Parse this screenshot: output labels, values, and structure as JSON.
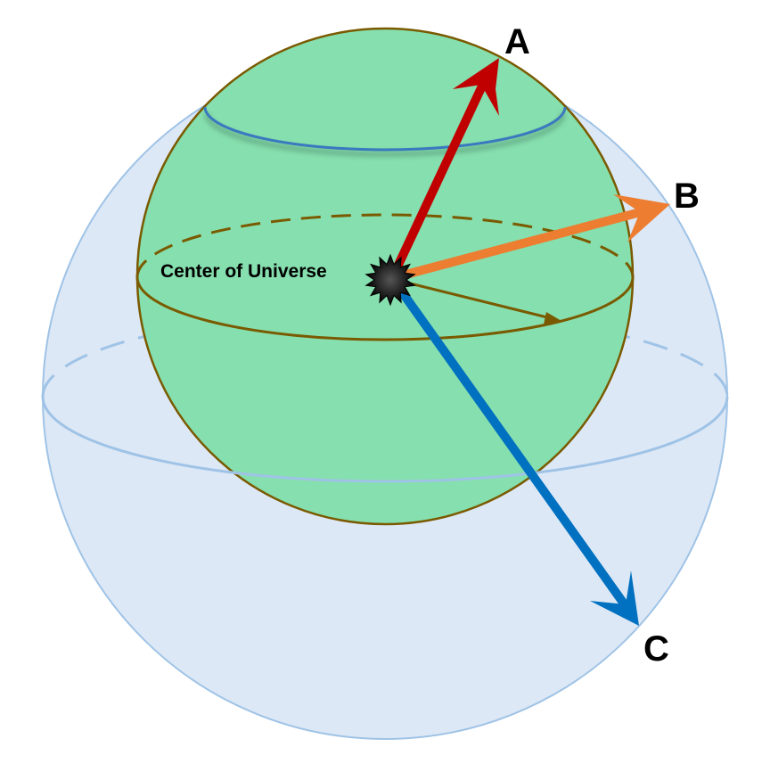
{
  "labels": {
    "center": "Center of Universe",
    "a": "A",
    "b": "B",
    "c": "C"
  },
  "colors": {
    "outer_sphere_fill": "#dde8f6",
    "outer_sphere_stroke": "#9fc3e6",
    "inner_sphere_fill": "#86dfae",
    "inner_sphere_stroke": "#7a5a00",
    "equator_stroke": "#7a5a00",
    "latitude_ring_stroke": "#3a78bf",
    "arrow_a": "#c00000",
    "arrow_b": "#ed7d31",
    "arrow_c": "#0070c0",
    "center_star": "#111111"
  },
  "icons": {
    "center_marker": "starburst-icon"
  }
}
